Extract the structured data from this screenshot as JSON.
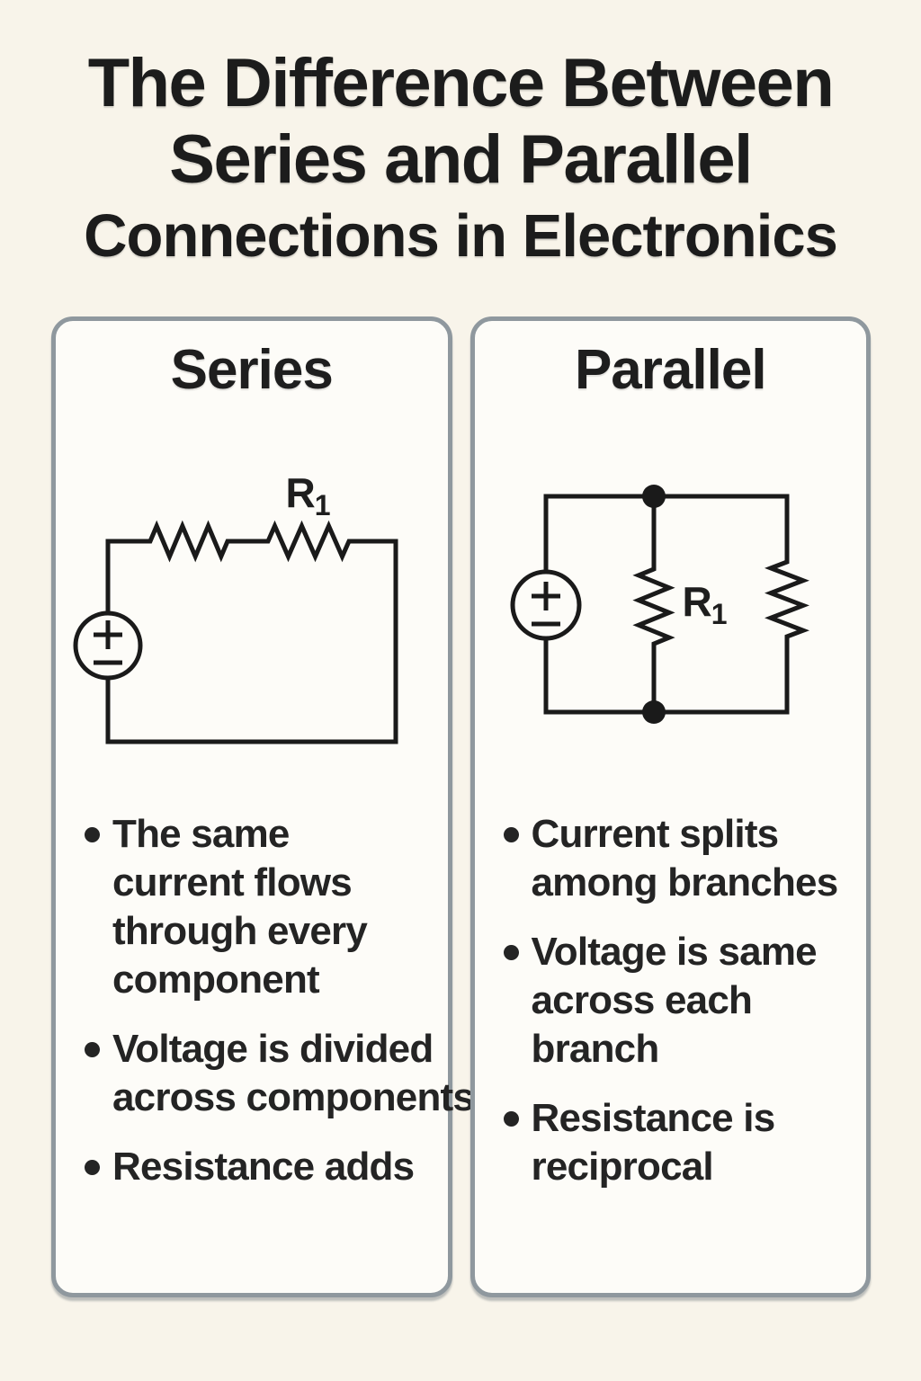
{
  "page": {
    "background_color": "#F8F4EA",
    "ink_color": "#1C1C1C",
    "card_background": "#FDFCF8",
    "card_border_color": "#8F989E"
  },
  "title": {
    "line1": "The Difference Between",
    "line2": "Series and Parallel",
    "line3": "Connections in Electronics"
  },
  "cards": {
    "series": {
      "title": "Series",
      "circuit": {
        "type": "series loop: voltage source with two resistors in line on top wire",
        "source_plus": "+",
        "source_minus": "−",
        "resistor_label": "R",
        "resistor_label_sub": "1"
      },
      "bullets": [
        {
          "lines": [
            "The same",
            "current flows",
            "through every",
            "component"
          ]
        },
        {
          "lines": [
            "Voltage is divided",
            "across components"
          ]
        },
        {
          "lines": [
            "Resistance adds"
          ]
        }
      ]
    },
    "parallel": {
      "title": "Parallel",
      "circuit": {
        "type": "parallel loop: voltage source with two resistor branches joined at node dots",
        "source_plus": "+",
        "source_minus": "−",
        "resistor_label": "R",
        "resistor_label_sub": "1"
      },
      "bullets": [
        {
          "lines": [
            "Current splits",
            "among branches"
          ]
        },
        {
          "lines": [
            "Voltage is same",
            "across each",
            "branch"
          ]
        },
        {
          "lines": [
            "Resistance is",
            "reciprocal"
          ]
        }
      ]
    }
  }
}
